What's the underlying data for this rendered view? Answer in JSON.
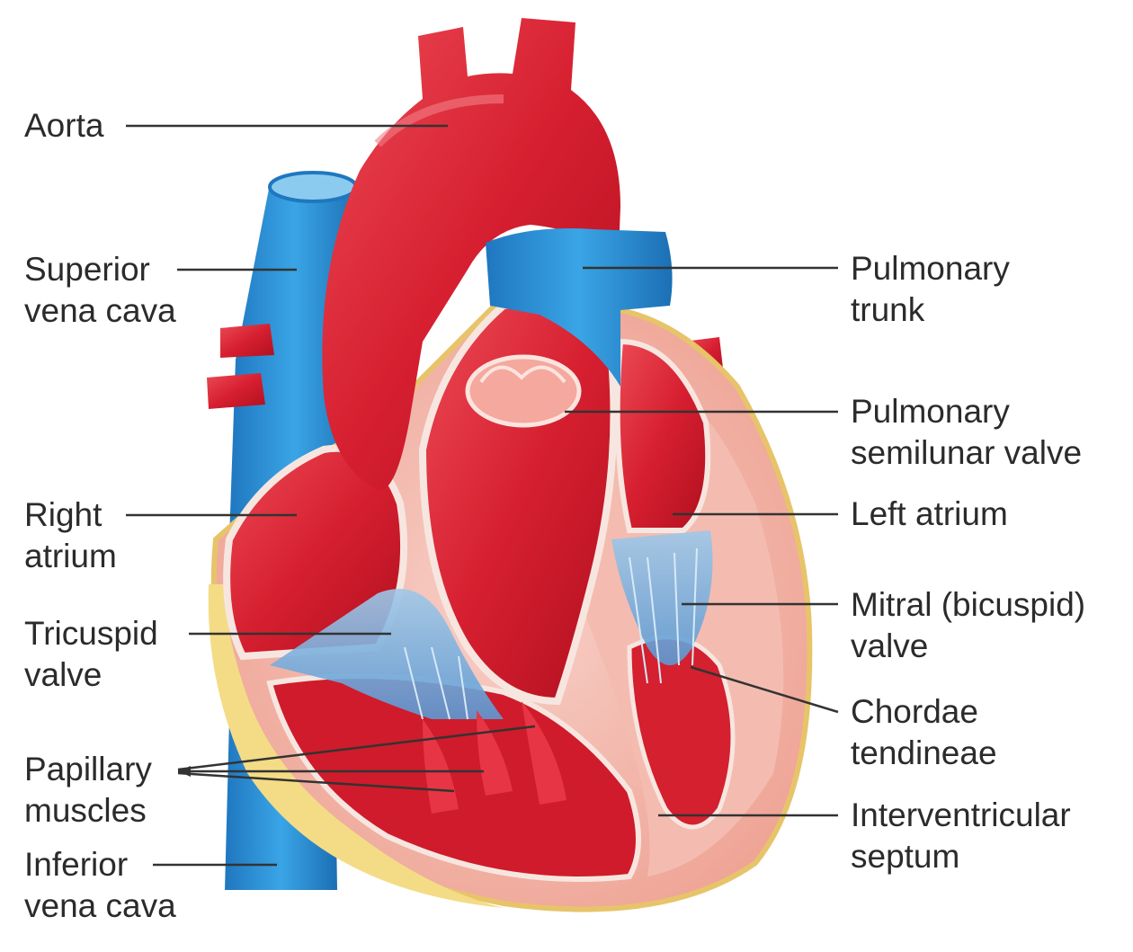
{
  "labels": {
    "aorta": {
      "l1": "Aorta"
    },
    "superior_vena_cava": {
      "l1": "Superior",
      "l2": "vena cava"
    },
    "right_atrium": {
      "l1": "Right",
      "l2": "atrium"
    },
    "tricuspid_valve": {
      "l1": "Tricuspid",
      "l2": "valve"
    },
    "papillary_muscles": {
      "l1": "Papillary",
      "l2": "muscles"
    },
    "inferior_vena_cava": {
      "l1": "Inferior",
      "l2": "vena cava"
    },
    "pulmonary_trunk": {
      "l1": "Pulmonary",
      "l2": "trunk"
    },
    "pulmonary_semilunar_valve": {
      "l1": "Pulmonary",
      "l2": "semilunar valve"
    },
    "left_atrium": {
      "l1": "Left atrium"
    },
    "mitral_valve": {
      "l1": "Mitral (bicuspid)",
      "l2": "valve"
    },
    "chordae_tendineae": {
      "l1": "Chordae",
      "l2": "tendineae"
    },
    "interventricular_septum": {
      "l1": "Interventricular",
      "l2": "septum"
    }
  },
  "colors": {
    "artery_red": "#d8202f",
    "vein_blue": "#2a8fd4",
    "myocardium_pink": "#f2b3a8",
    "fat_yellow": "#f4dc86",
    "leader_line": "#333333"
  }
}
